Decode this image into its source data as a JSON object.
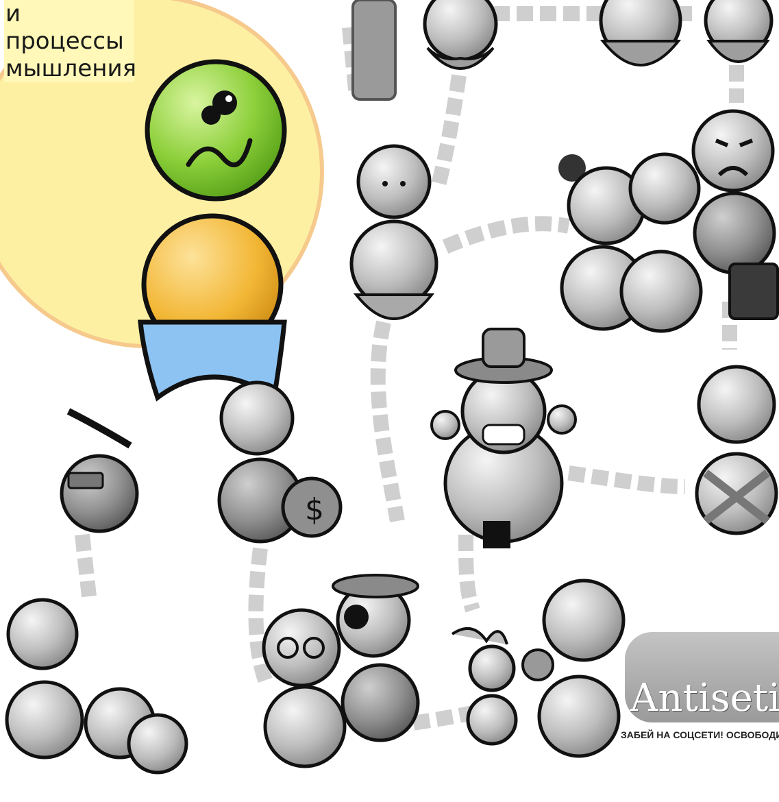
{
  "caption": {
    "lines": [
      "и процессы",
      "мышления"
    ]
  },
  "watermark": {
    "brand": "Antiseti!r",
    "tagline": "ЗАБЕЙ НА СОЦСЕТИ! ОСВОБОДИ"
  },
  "colors": {
    "sun": "#fdf0a2",
    "sun_edge": "#f6c98c",
    "head_green": "#8ccf3a",
    "body_orange": "#f2b634",
    "belly_blue": "#8cc3f2",
    "figure_gray": "#bcbcbc",
    "path_gray": "#cfcfcf"
  }
}
